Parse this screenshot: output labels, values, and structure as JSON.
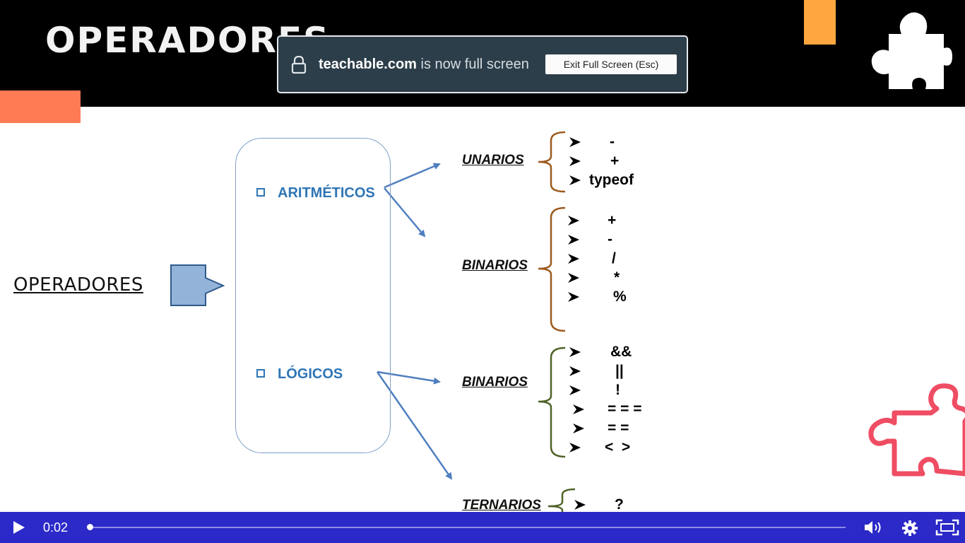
{
  "slide": {
    "title": "OPERADORES",
    "main_label": "OPERADORES",
    "categories": {
      "arithmetic": "ARITMÉTICOS",
      "logical": "LÓGICOS"
    },
    "groups": {
      "unarios": {
        "label": "UNARIOS",
        "ops": [
          "-",
          "+",
          "typeof"
        ]
      },
      "binarios_arit": {
        "label": "BINARIOS",
        "ops": [
          "+",
          "-",
          "/",
          "*",
          "%"
        ]
      },
      "binarios_log": {
        "label": "BINARIOS",
        "ops": [
          "&&",
          "||",
          "!",
          "= = =",
          "= =",
          "<  >"
        ]
      },
      "ternarios": {
        "label": "TERNARIOS",
        "ops": [
          "?"
        ]
      }
    },
    "colors": {
      "header": "#000000",
      "accent_orange": "#ff7b53",
      "accent_yellow": "#ffa640",
      "category_blue": "#2e75b5",
      "brace_brown": "#9c5a1c",
      "brace_green": "#4f6228",
      "puzzle_red": "#ef4d63"
    }
  },
  "fullscreen_banner": {
    "site": "teachable.com",
    "message": "is now full screen",
    "exit_label": "Exit Full Screen (Esc)",
    "icon": "lock-icon"
  },
  "player": {
    "time": "0:02",
    "progress": 0.002,
    "bar_color": "#2b29c7",
    "icons": [
      "play-icon",
      "volume-icon",
      "settings-icon",
      "fullscreen-icon"
    ]
  }
}
